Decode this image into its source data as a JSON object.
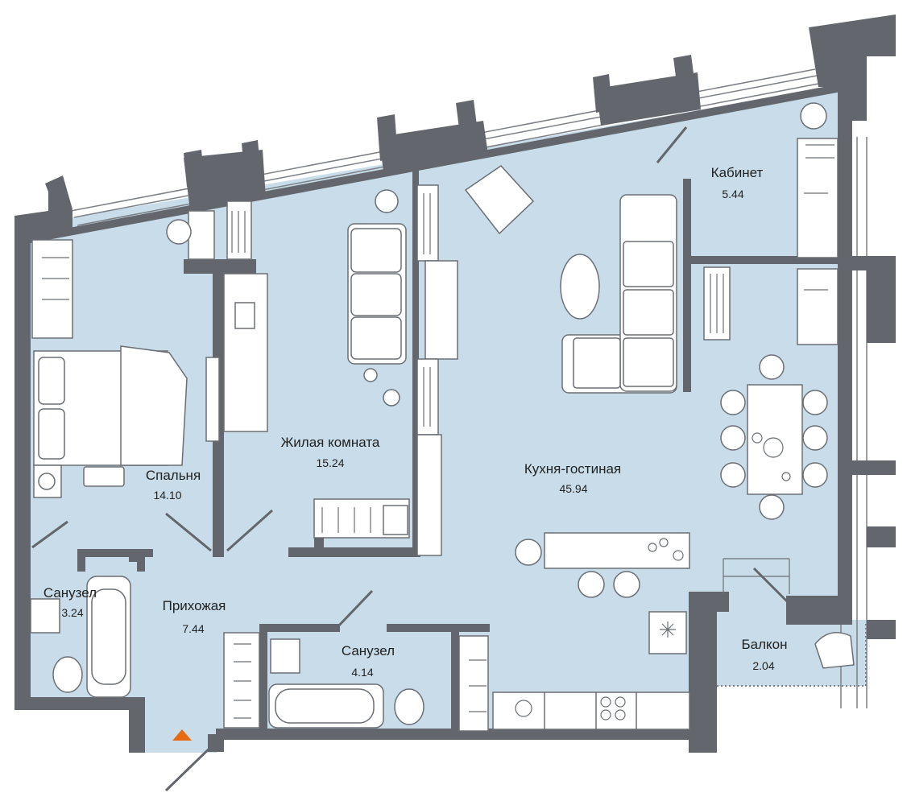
{
  "plan": {
    "colors": {
      "floor": "#c8dde9",
      "wall": "#63676d",
      "wall_light": "#7c8086",
      "furniture_fill": "#ffffff",
      "furniture_line": "#6a6f75",
      "accent": "#e86a10",
      "bath_tile": "#ffffff"
    },
    "rooms": [
      {
        "id": "bedroom",
        "name": "Спальня",
        "area": "14.10"
      },
      {
        "id": "living",
        "name": "Жилая комната",
        "area": "15.24"
      },
      {
        "id": "kitchen",
        "name": "Кухня-гостиная",
        "area": "45.94"
      },
      {
        "id": "office",
        "name": "Кабинет",
        "area": "5.44"
      },
      {
        "id": "bath1",
        "name": "Санузел",
        "area": "3.24"
      },
      {
        "id": "hall",
        "name": "Прихожая",
        "area": "7.44"
      },
      {
        "id": "bath2",
        "name": "Санузел",
        "area": "4.14"
      },
      {
        "id": "balcony",
        "name": "Балкон",
        "area": "2.04"
      }
    ],
    "entrance_icon": "entrance-triangle-icon"
  }
}
